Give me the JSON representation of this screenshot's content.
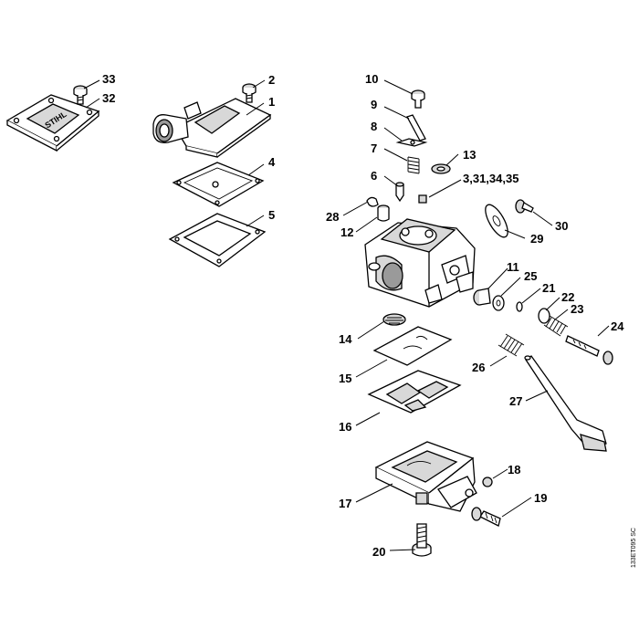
{
  "drawing_code": "133ET095 SC",
  "logo_text": "STIHL",
  "callouts": {
    "c33": "33",
    "c32": "32",
    "c2": "2",
    "c1": "1",
    "c4": "4",
    "c5": "5",
    "c10": "10",
    "c9": "9",
    "c8": "8",
    "c7": "7",
    "c13": "13",
    "c6": "6",
    "c3_31_34_35": "3,31,34,35",
    "c28": "28",
    "c12": "12",
    "c30": "30",
    "c29": "29",
    "c11": "11",
    "c25": "25",
    "c21": "21",
    "c22": "22",
    "c23": "23",
    "c24": "24",
    "c14": "14",
    "c26": "26",
    "c15": "15",
    "c27": "27",
    "c16": "16",
    "c18": "18",
    "c17": "17",
    "c19": "19",
    "c20": "20"
  }
}
